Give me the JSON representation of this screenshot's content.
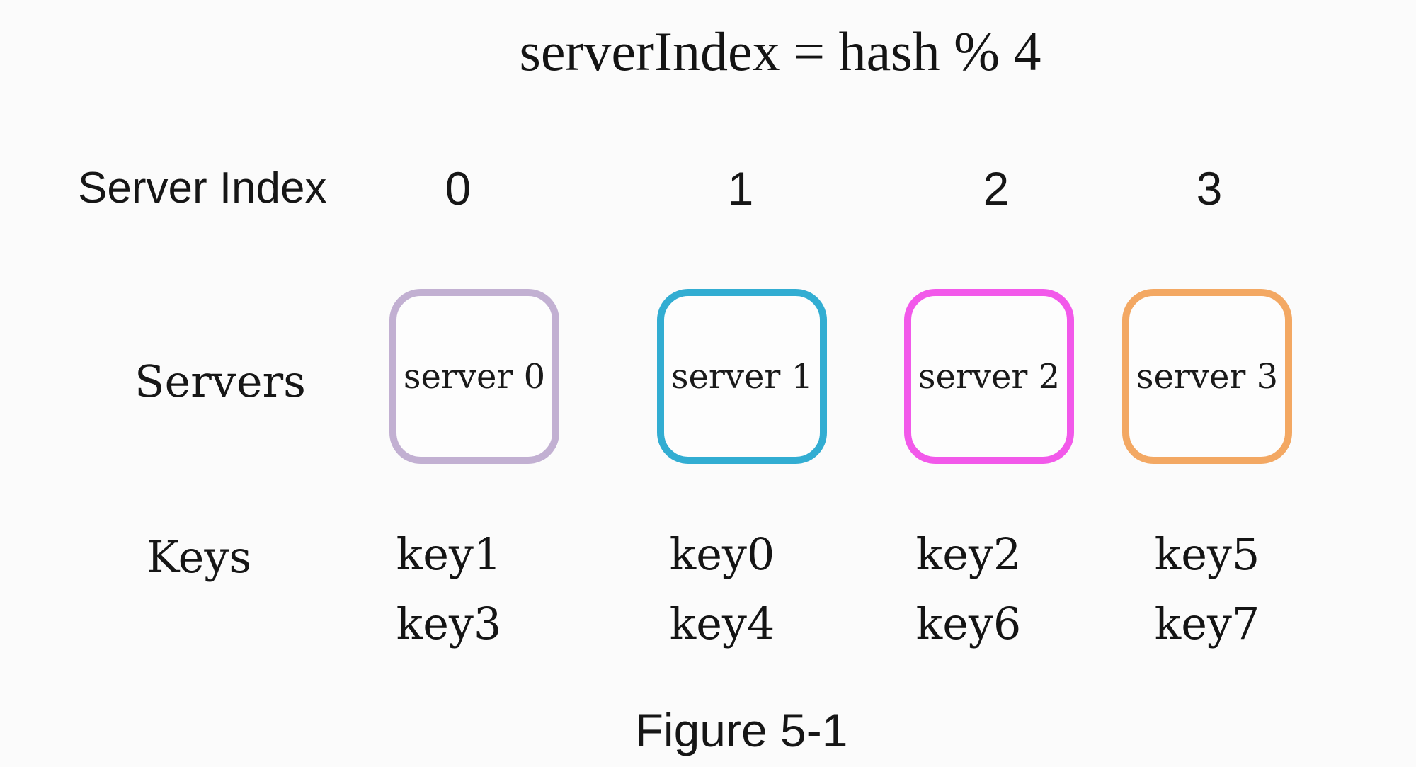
{
  "title": "serverIndex = hash % 4",
  "caption": "Figure 5-1",
  "row_labels": {
    "index": "Server Index",
    "servers": "Servers",
    "keys": "Keys"
  },
  "columns": [
    {
      "index": "0",
      "server": "server 0",
      "color": "#c2b0d2",
      "keys": [
        "key1",
        "key3"
      ]
    },
    {
      "index": "1",
      "server": "server 1",
      "color": "#32add2",
      "keys": [
        "key0",
        "key4"
      ]
    },
    {
      "index": "2",
      "server": "server 2",
      "color": "#f259ea",
      "keys": [
        "key2",
        "key6"
      ]
    },
    {
      "index": "3",
      "server": "server 3",
      "color": "#f3a863",
      "keys": [
        "key5",
        "key7"
      ]
    }
  ]
}
